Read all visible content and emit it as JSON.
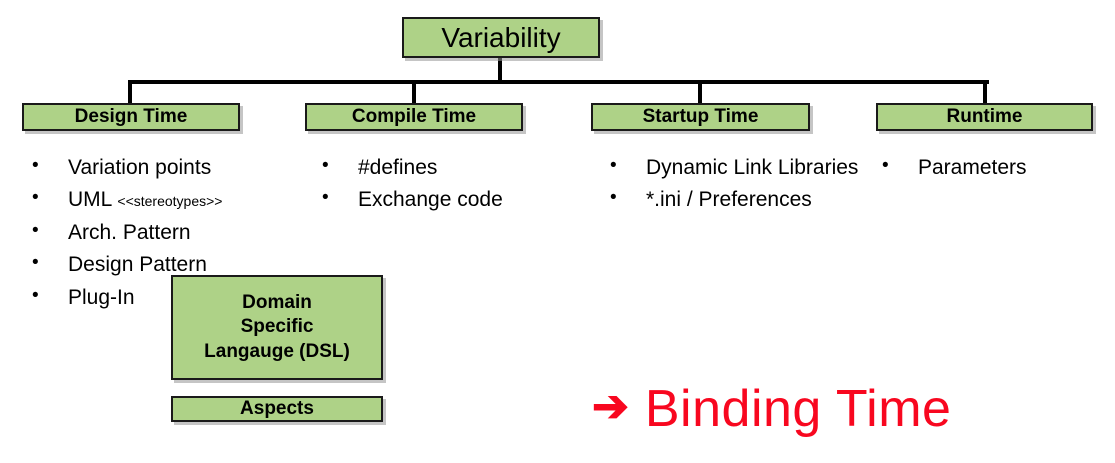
{
  "diagram": {
    "root": {
      "label": "Variability"
    },
    "phases": [
      {
        "label": "Design Time"
      },
      {
        "label": "Compile Time"
      },
      {
        "label": "Startup Time"
      },
      {
        "label": "Runtime"
      }
    ],
    "columns": {
      "design_time": [
        {
          "text": "Variation points",
          "suffix": ""
        },
        {
          "text": "UML ",
          "suffix": "<<stereotypes>>"
        },
        {
          "text": "Arch. Pattern",
          "suffix": ""
        },
        {
          "text": "Design Pattern",
          "suffix": ""
        },
        {
          "text": "Plug-In",
          "suffix": ""
        }
      ],
      "compile_time": [
        {
          "text": "#defines",
          "suffix": ""
        },
        {
          "text": "Exchange code",
          "suffix": ""
        }
      ],
      "startup_time": [
        {
          "text": "Dynamic Link Libraries",
          "suffix": ""
        },
        {
          "text": "*.ini / Preferences",
          "suffix": ""
        }
      ],
      "runtime": [
        {
          "text": "Parameters",
          "suffix": ""
        }
      ]
    },
    "extra_boxes": {
      "dsl": {
        "line1": "Domain",
        "line2": "Specific",
        "line3": "Langauge (DSL)"
      },
      "aspects": {
        "label": "Aspects"
      }
    },
    "callout": {
      "arrow": "➔",
      "label": "Binding Time"
    },
    "colors": {
      "box_fill": "#aed287",
      "box_border": "#1a1a1a",
      "callout_red": "#f8071f",
      "text": "#000000",
      "background": "#ffffff"
    }
  }
}
